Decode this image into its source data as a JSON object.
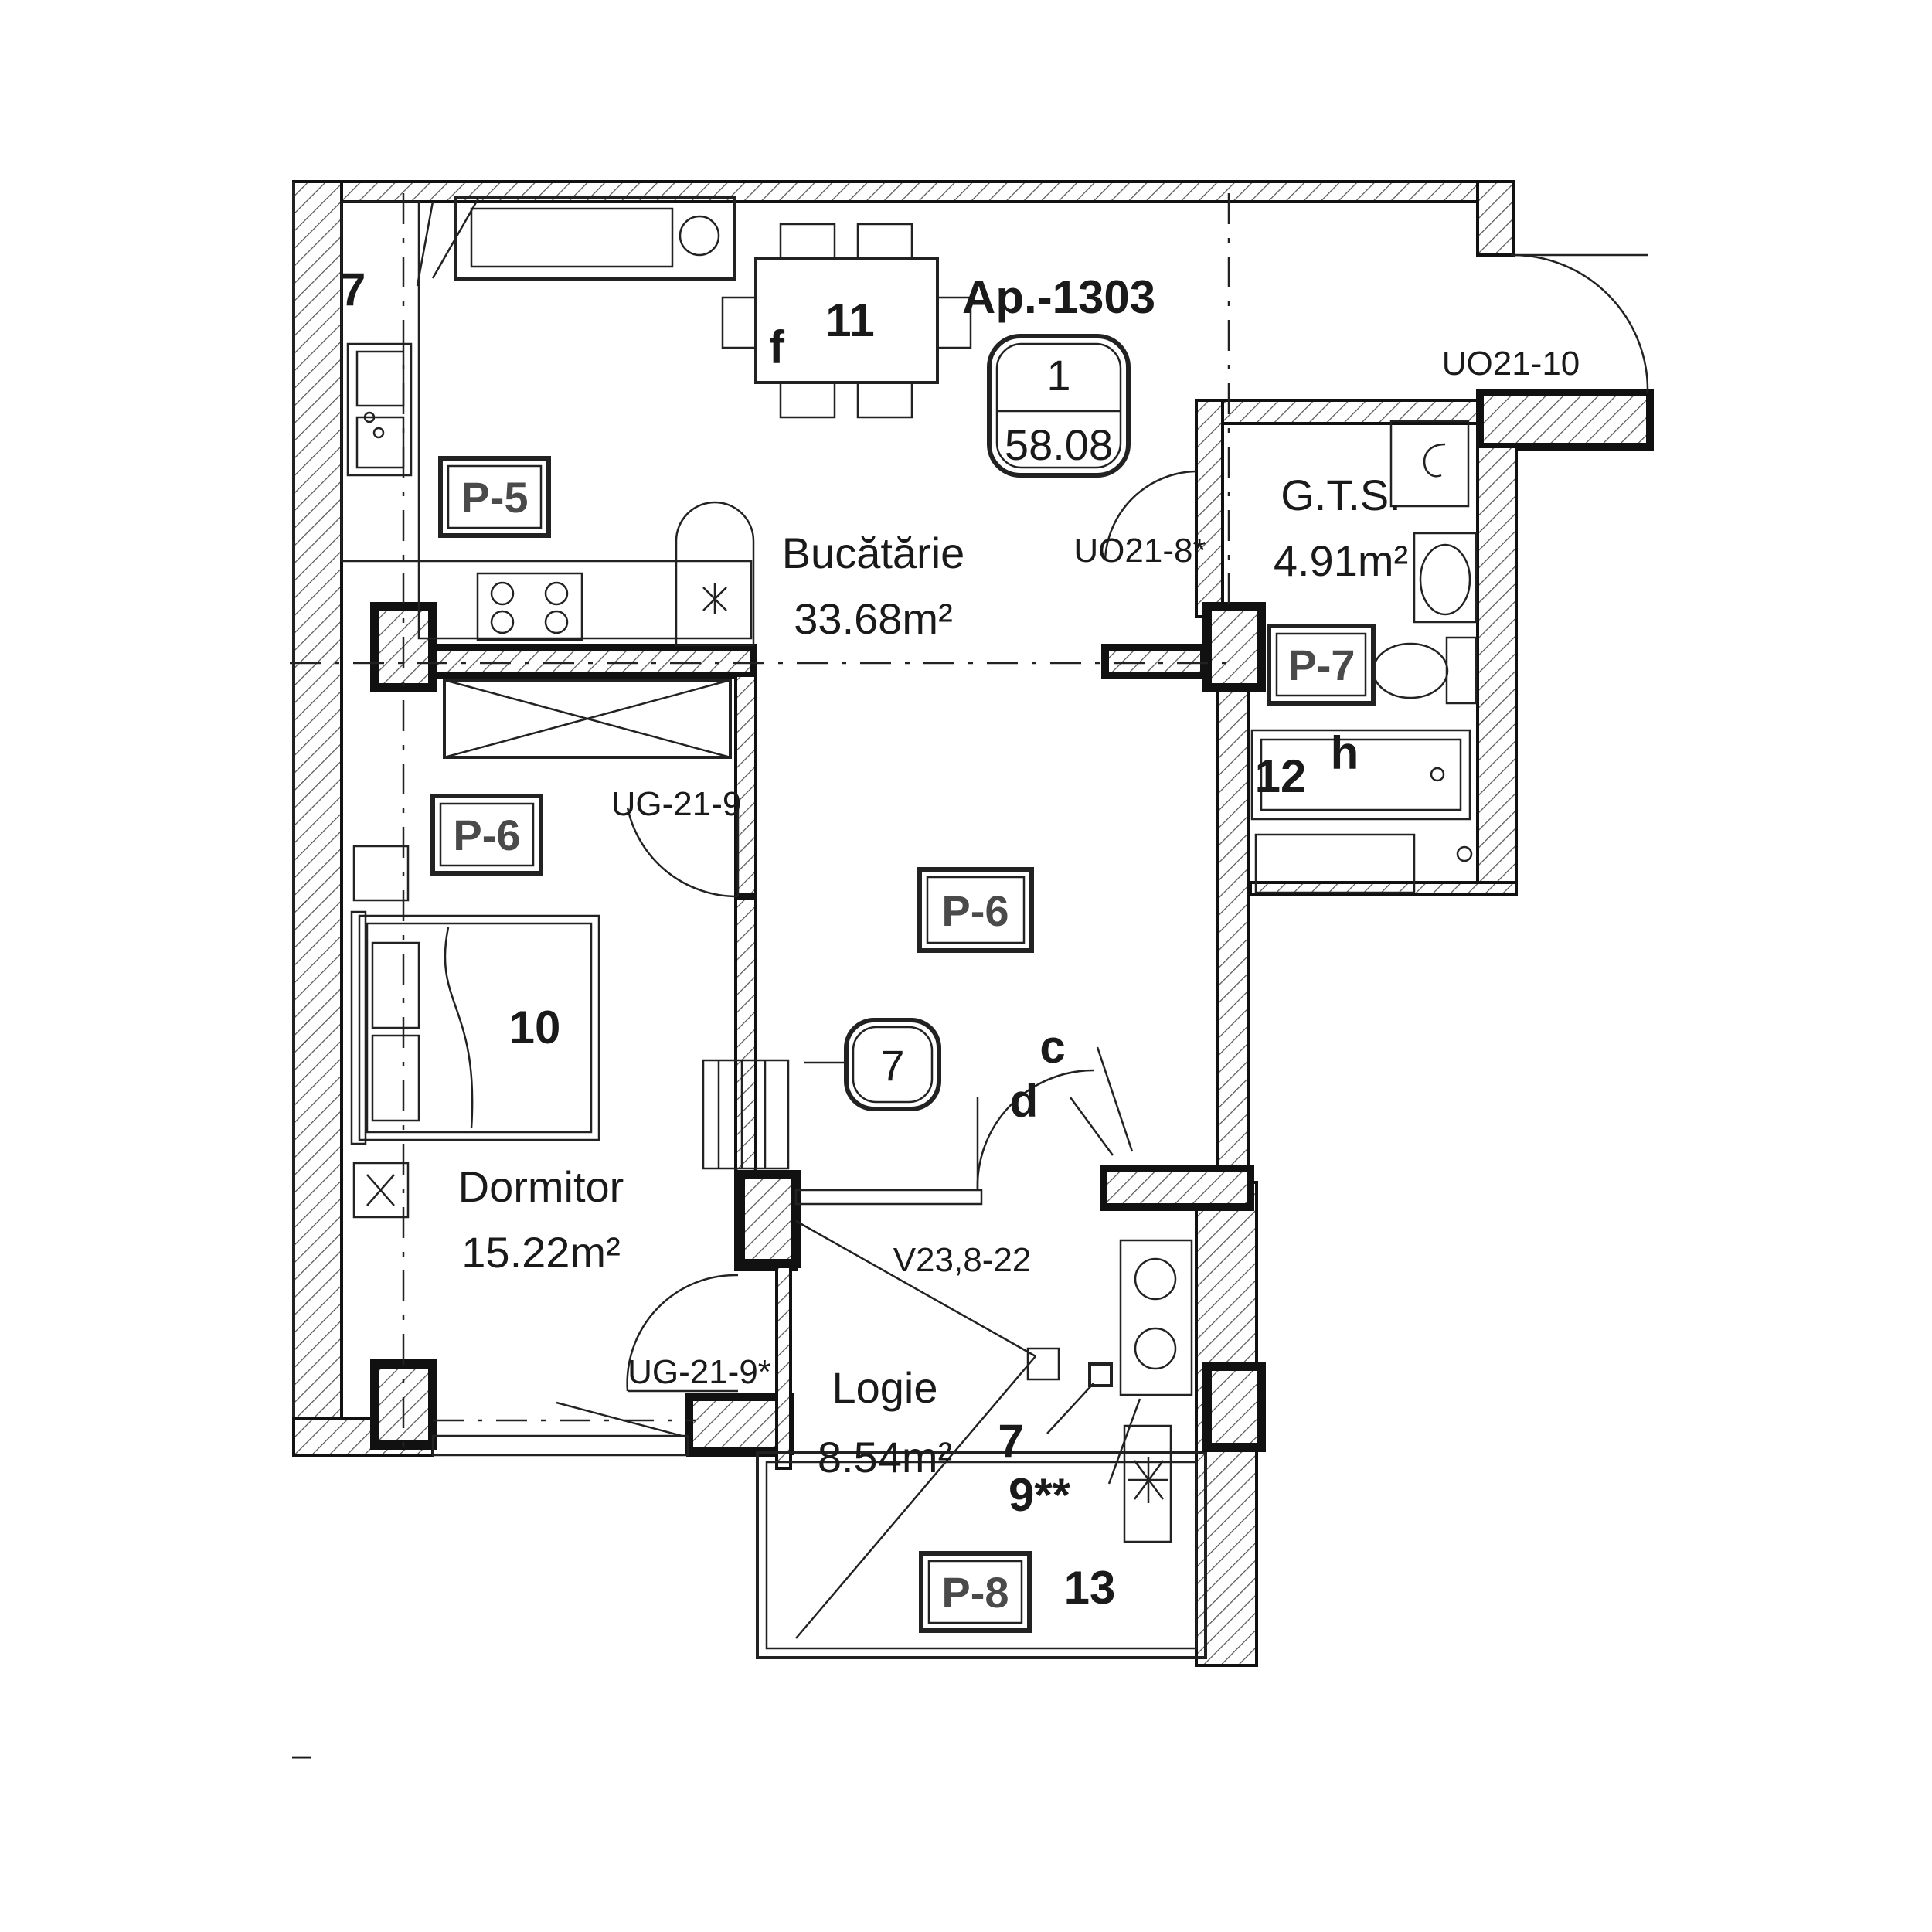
{
  "apartment": {
    "name": "Ap.-1303",
    "rooms": "1",
    "area": "58.08"
  },
  "rooms": {
    "kitchen": {
      "name": "Bucătărie",
      "area": "33.68m²"
    },
    "bathroom": {
      "name": "G.T.S.",
      "area": "4.91m²"
    },
    "bedroom": {
      "name": "Dormitor",
      "area": "15.22m²"
    },
    "loggia": {
      "name": "Logie",
      "area": "8.54m²"
    }
  },
  "tags": {
    "p5": "P-5",
    "p6a": "P-6",
    "p6b": "P-6",
    "p7": "P-7",
    "p8": "P-8"
  },
  "doors": {
    "uo21_10": "UO21-10",
    "uo21_8": "UO21-8*",
    "ug21_9": "UG-21-9",
    "ug21_9b": "UG-21-9*"
  },
  "window": {
    "v23": "V23,8-22"
  },
  "numbers": {
    "n7_left": "7",
    "n11": "11",
    "f": "f",
    "n12": "12",
    "h": "h",
    "n10": "10",
    "n7_circle": "7",
    "c": "c",
    "d": "d",
    "n7_loggia": "7",
    "n9": "9**",
    "n13": "13",
    "dash": "–"
  }
}
